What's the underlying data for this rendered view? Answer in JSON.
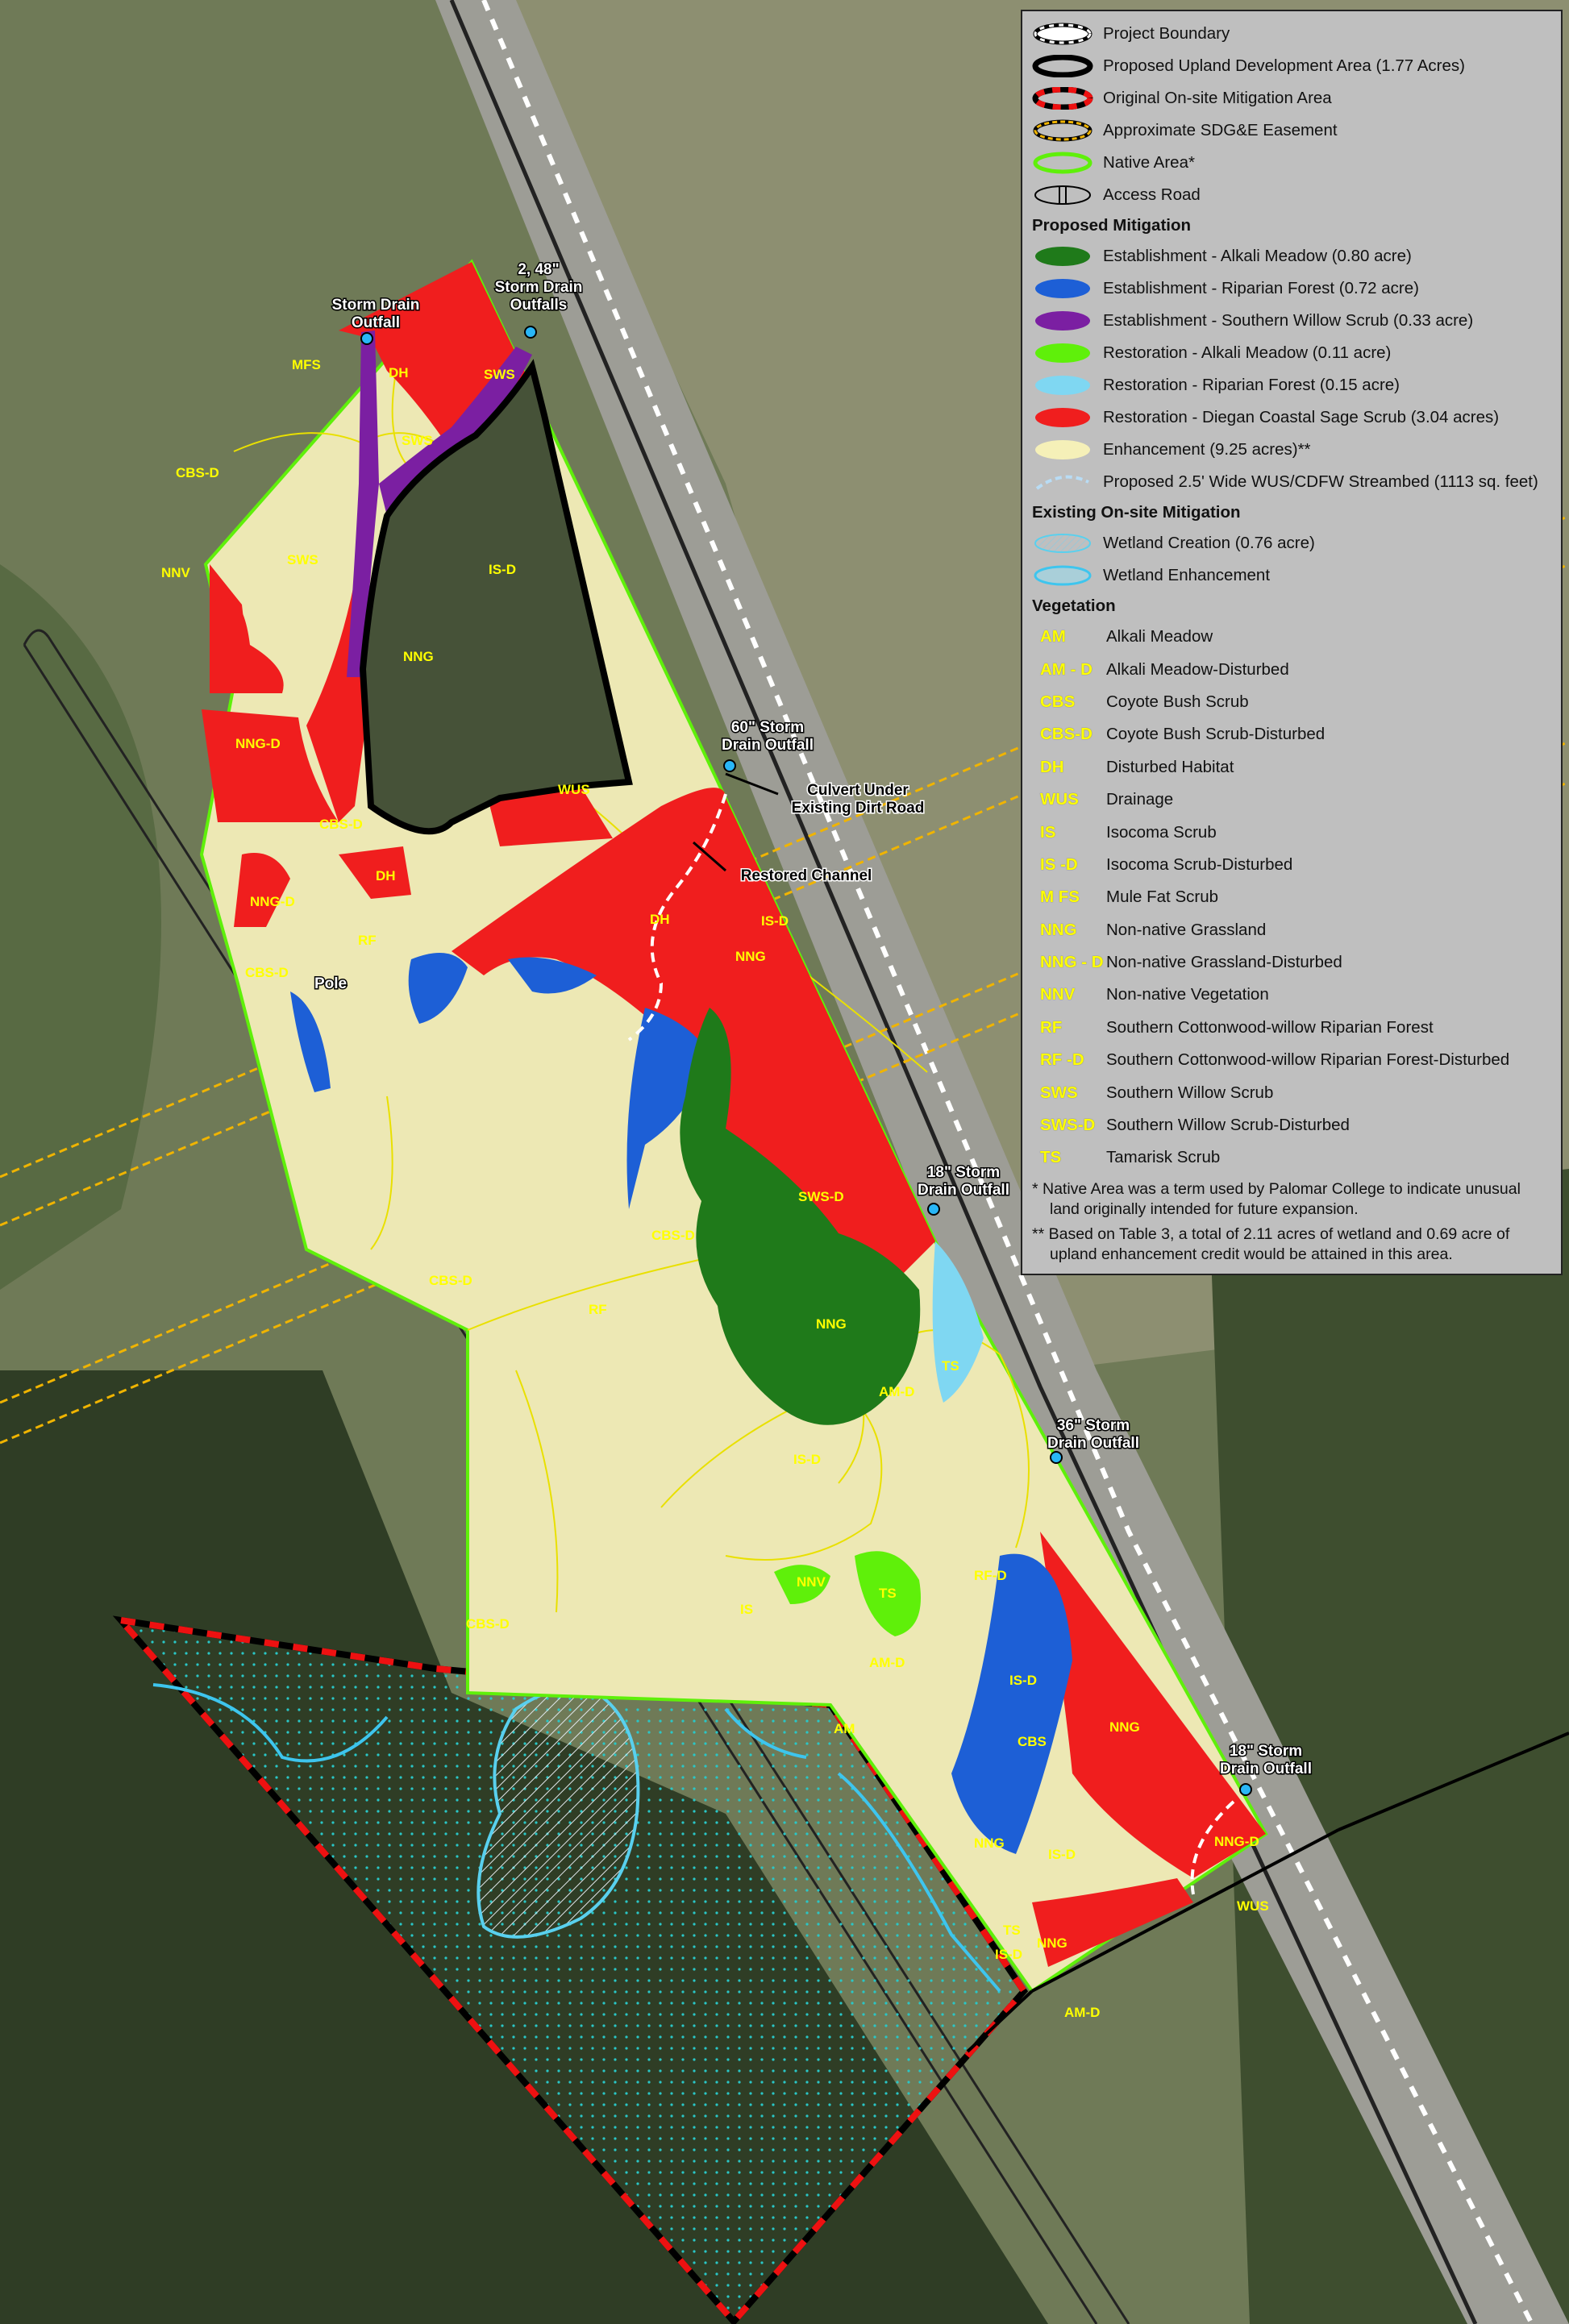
{
  "legend": {
    "items": [
      {
        "label": "Project Boundary",
        "icon": "project-boundary-symbol"
      },
      {
        "label": "Proposed Upland Development Area (1.77 Acres)",
        "icon": "development-area-symbol"
      },
      {
        "label": "Original On-site Mitigation Area",
        "icon": "original-mitigation-symbol"
      },
      {
        "label": "Approximate SDG&E Easement",
        "icon": "easement-symbol"
      },
      {
        "label": "Native Area*",
        "icon": "native-area-symbol"
      },
      {
        "label": "Access Road",
        "icon": "access-road-symbol"
      }
    ],
    "proposed_heading": "Proposed Mitigation",
    "proposed": [
      {
        "label": "Establishment - Alkali Meadow (0.80 acre)",
        "color": "#1f7a1a"
      },
      {
        "label": "Establishment - Riparian Forest (0.72 acre)",
        "color": "#1d5fd6"
      },
      {
        "label": "Establishment - Southern Willow Scrub (0.33 acre)",
        "color": "#7b1fa2"
      },
      {
        "label": "Restoration - Alkali Meadow (0.11 acre)",
        "color": "#5ff00a"
      },
      {
        "label": "Restoration - Riparian Forest (0.15 acre)",
        "color": "#7fd7f2"
      },
      {
        "label": "Restoration - Diegan Coastal Sage Scrub (3.04 acres)",
        "color": "#f01e1e"
      },
      {
        "label": "Enhancement (9.25 acres)**",
        "color": "#f5f0b8"
      },
      {
        "label": "Proposed 2.5' Wide WUS/CDFW Streambed (1113 sq. feet)",
        "color": "#b8dcf5"
      }
    ],
    "existing_heading": "Existing On-site Mitigation",
    "existing": [
      {
        "label": "Wetland Creation (0.76 acre)"
      },
      {
        "label": "Wetland Enhancement"
      }
    ],
    "vegetation_heading": "Vegetation",
    "vegetation": [
      {
        "code": "AM",
        "label": "Alkali Meadow"
      },
      {
        "code": "AM - D",
        "label": "Alkali Meadow-Disturbed"
      },
      {
        "code": "CBS",
        "label": "Coyote Bush Scrub"
      },
      {
        "code": "CBS-D",
        "label": "Coyote Bush Scrub-Disturbed"
      },
      {
        "code": "DH",
        "label": "Disturbed Habitat"
      },
      {
        "code": "WUS",
        "label": "Drainage"
      },
      {
        "code": "IS",
        "label": "Isocoma Scrub"
      },
      {
        "code": "IS -D",
        "label": "Isocoma Scrub-Disturbed"
      },
      {
        "code": "M FS",
        "label": "Mule Fat Scrub"
      },
      {
        "code": "NNG",
        "label": "Non-native Grassland"
      },
      {
        "code": "NNG - D",
        "label": "Non-native Grassland-Disturbed"
      },
      {
        "code": "NNV",
        "label": "Non-native Vegetation"
      },
      {
        "code": "RF",
        "label": "Southern Cottonwood-willow Riparian Forest"
      },
      {
        "code": "RF -D",
        "label": "Southern Cottonwood-willow Riparian Forest-Disturbed"
      },
      {
        "code": "SWS",
        "label": "Southern Willow Scrub"
      },
      {
        "code": "SWS-D",
        "label": "Southern Willow Scrub-Disturbed"
      },
      {
        "code": "TS",
        "label": "Tamarisk Scrub"
      }
    ],
    "note1": "* Native Area was a term used by Palomar College to indicate unusual land originally intended for future expansion.",
    "note2": "** Based on Table 3, a total of 2.11 acres of wetland and 0.69 acre of upland enhancement credit would be attained in this area."
  },
  "annotations": {
    "storm_drain_1": [
      "Storm Drain",
      "Outfall"
    ],
    "storm_drain_2": [
      "2, 48\"",
      "Storm Drain",
      "Outfalls"
    ],
    "storm_drain_60": [
      "60\" Storm",
      "Drain Outfall"
    ],
    "culvert": [
      "Culvert Under",
      "Existing Dirt Road"
    ],
    "restored_channel": "Restored Channel",
    "pole": "Pole",
    "storm_drain_18a": [
      "18\" Storm",
      "Drain Outfall"
    ],
    "storm_drain_36": [
      "36\" Storm",
      "Drain Outfall"
    ],
    "storm_drain_18b": [
      "18\" Storm",
      "Drain Outfall"
    ]
  },
  "veg_labels": {
    "mfs": "MFS",
    "dh1": "DH",
    "sws1": "SWS",
    "sws2": "SWS",
    "cbsd1": "CBS-D",
    "nnv1": "NNV",
    "sws3": "SWS",
    "isd1": "IS-D",
    "nng1": "NNG",
    "nngd1": "NNG-D",
    "wus1": "WUS",
    "cbsd2": "CBS-D",
    "dh2": "DH",
    "nngd2": "NNG-D",
    "rf1": "RF",
    "cbsd3": "CBS-D",
    "dh3": "DH",
    "isd2": "IS-D",
    "nng2": "NNG",
    "swsd": "SWS-D",
    "cbsd4": "CBS-D",
    "cbsd5": "CBS-D",
    "rf2": "RF",
    "nng3": "NNG",
    "ts1": "TS",
    "amd1": "AM-D",
    "isd3": "IS-D",
    "nnv2": "NNV",
    "ts2": "TS",
    "is1": "IS",
    "rfd": "RF-D",
    "amd2": "AM-D",
    "cbsd6": "CBS-D",
    "am": "AM",
    "isd4": "IS-D",
    "cbs": "CBS",
    "nng4": "NNG",
    "nng5": "NNG",
    "isd5": "IS-D",
    "nngd3": "NNG-D",
    "wus2": "WUS",
    "ts3": "TS",
    "isd6": "IS-D",
    "nng6": "NNG",
    "amd3": "AM-D"
  }
}
